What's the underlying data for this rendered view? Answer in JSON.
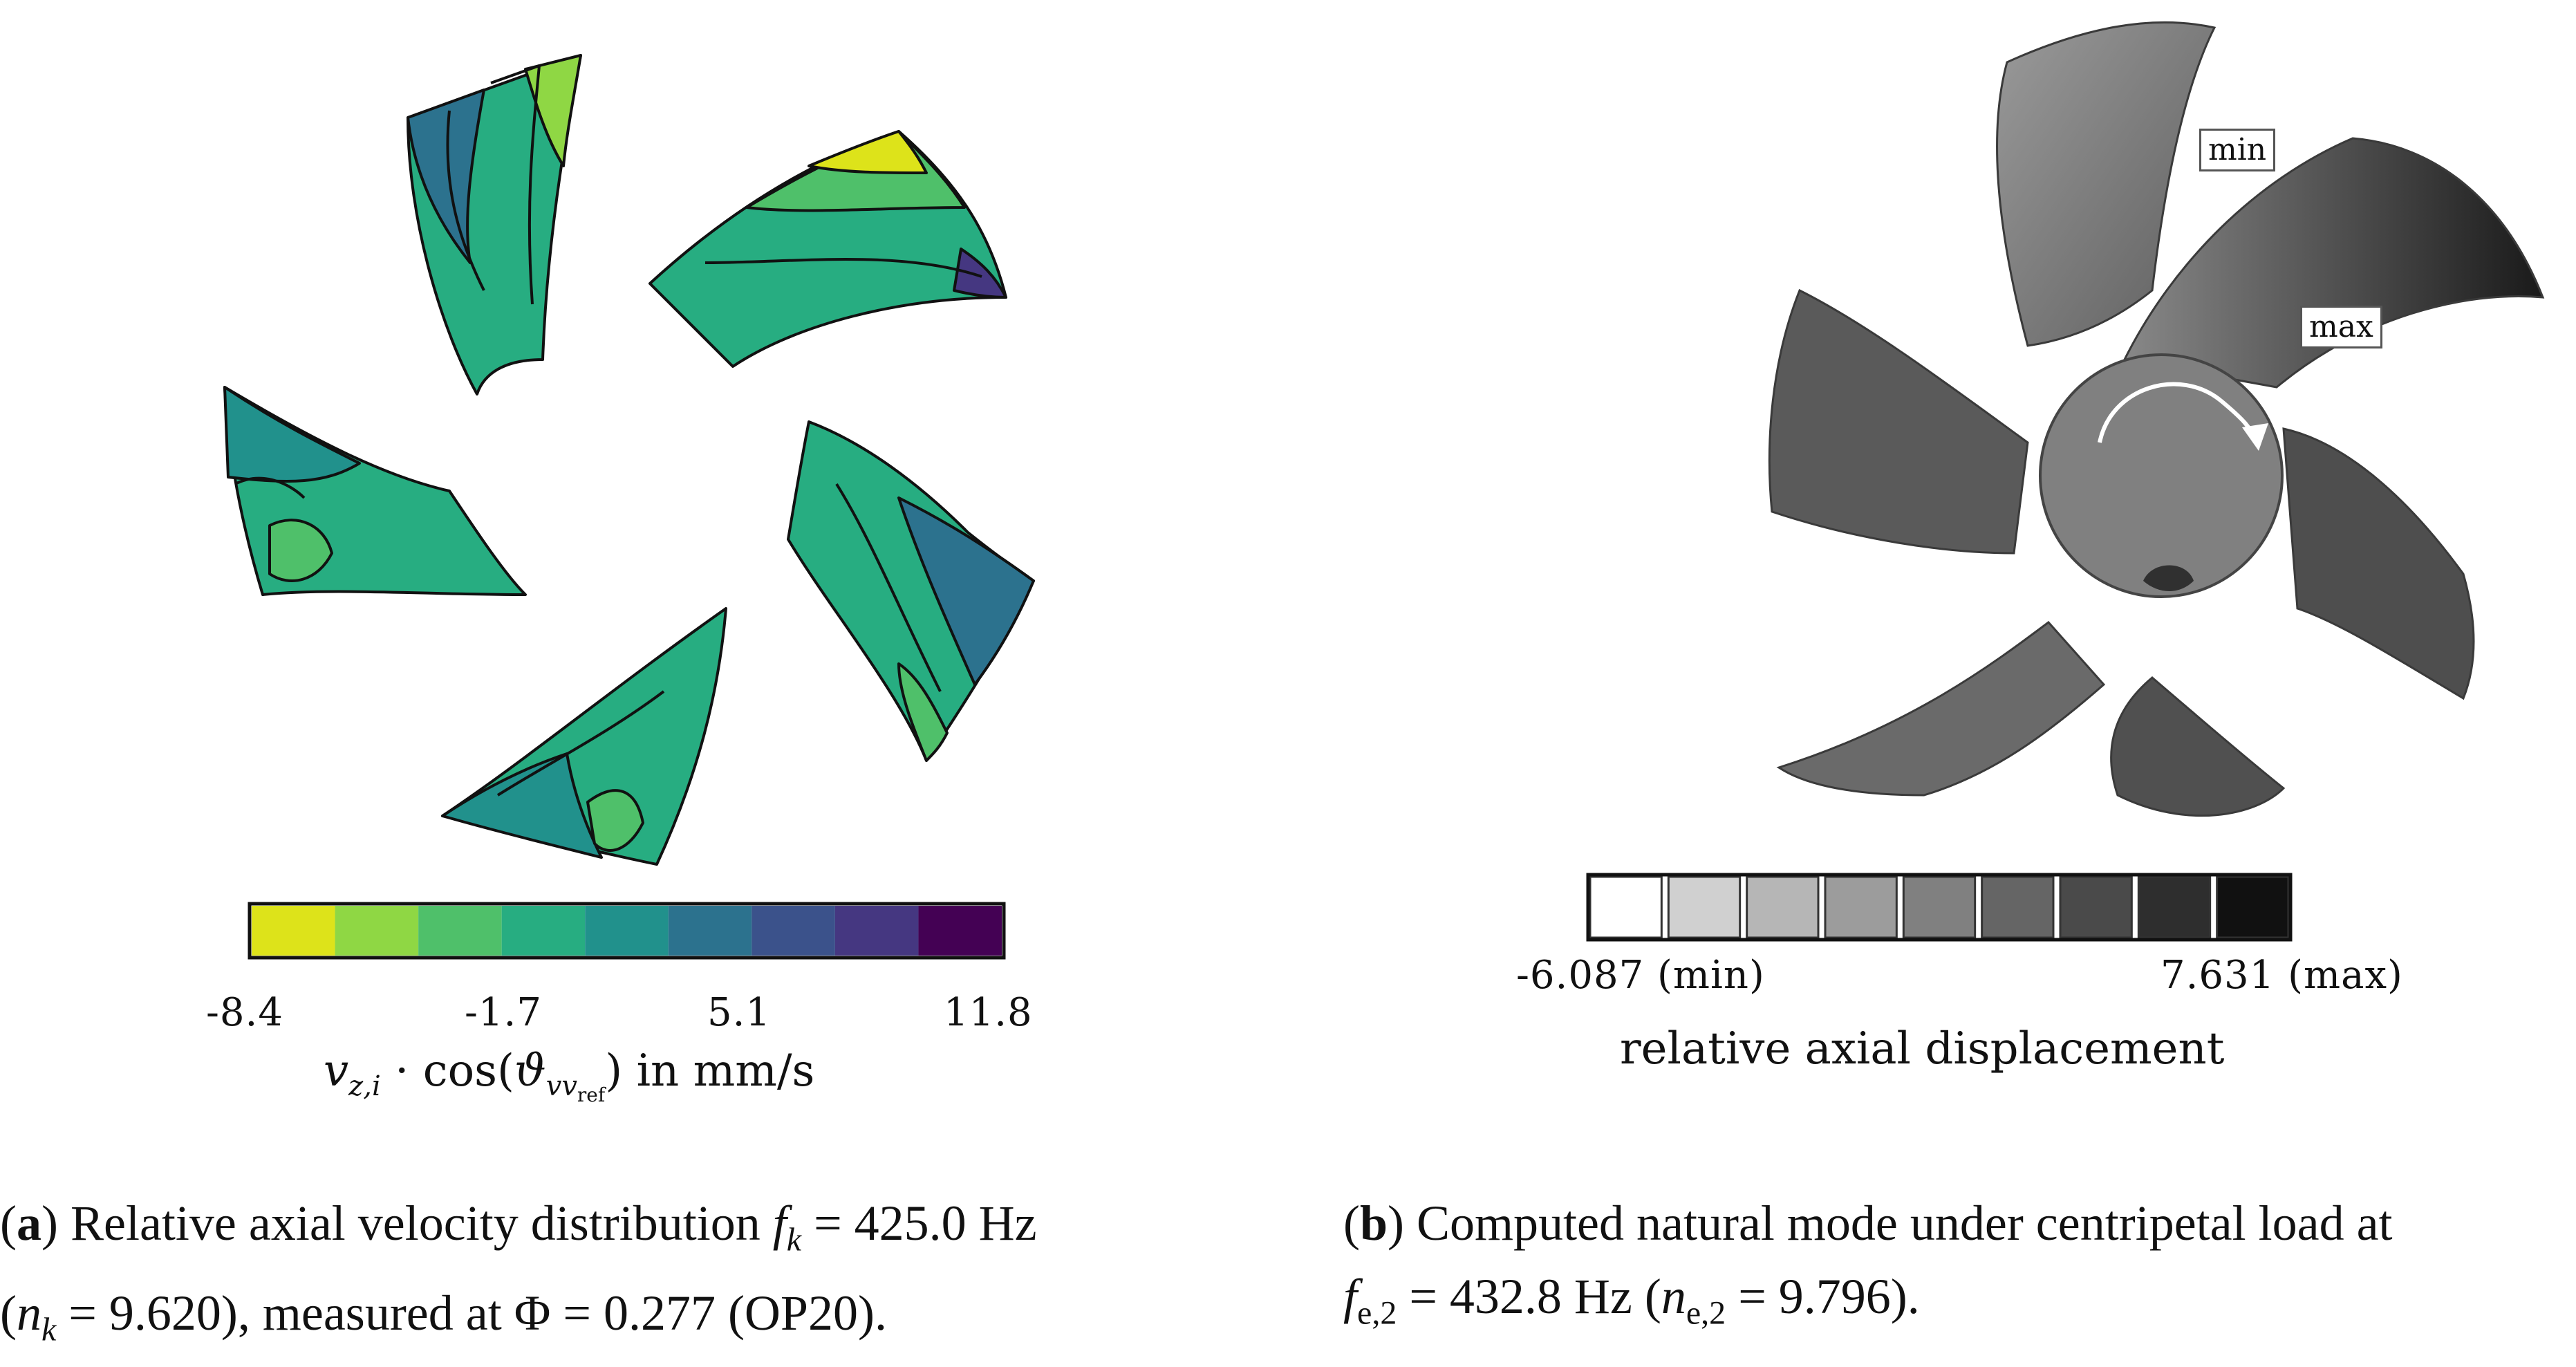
{
  "panel_a": {
    "colorbar": {
      "colors": [
        "#dde31a",
        "#8fd744",
        "#4fc06a",
        "#27ad81",
        "#21918c",
        "#2c728e",
        "#3b528b",
        "#453781",
        "#440154"
      ],
      "ticks": [
        "-8.4",
        "-1.7",
        "5.1",
        "11.8"
      ],
      "title": "v_{z,i} · cos(ϑ_{vv_ref}) in mm/s",
      "title_parts": {
        "v": "v",
        "v_sub": "z,i",
        "dot": " · cos(",
        "theta": "ϑ",
        "theta_sub": "vv",
        "ref": "ref",
        "unit": ") in mm/s"
      }
    },
    "caption": {
      "label": "a",
      "line1": "Relative axial velocity distribution f_k = 425.0 Hz",
      "line2": "(n_k = 9.620), measured at Φ = 0.277 (OP20).",
      "parts": {
        "l1_text": " Relative axial velocity distribution ",
        "f": "f",
        "f_sub": "k",
        "f_val": " = 425.0 Hz",
        "n": "n",
        "n_sub": "k",
        "n_val": " = 9.620), measured at Φ = 0.277 (OP20)."
      }
    }
  },
  "panel_b": {
    "colorbar": {
      "colors": [
        "#ffffff",
        "#d0d0d0",
        "#b6b6b6",
        "#9c9c9c",
        "#808080",
        "#656565",
        "#4a4a4a",
        "#2e2e2e",
        "#111111"
      ],
      "min_label": "-6.087 (min)",
      "max_label": "7.631 (max)",
      "title": "relative axial displacement"
    },
    "callouts": {
      "min": "min",
      "max": "max"
    },
    "caption": {
      "label": "b",
      "line1": "Computed natural mode under centripetal load at",
      "line2": "f_e,2 = 432.8 Hz (n_e,2 = 9.796).",
      "parts": {
        "l1_text": " Computed natural mode under centripetal load at",
        "f": "f",
        "f_sub": "e,2",
        "f_val": " = 432.8 Hz (",
        "n": "n",
        "n_sub": "e,2",
        "n_val": " = 9.796)."
      }
    }
  }
}
